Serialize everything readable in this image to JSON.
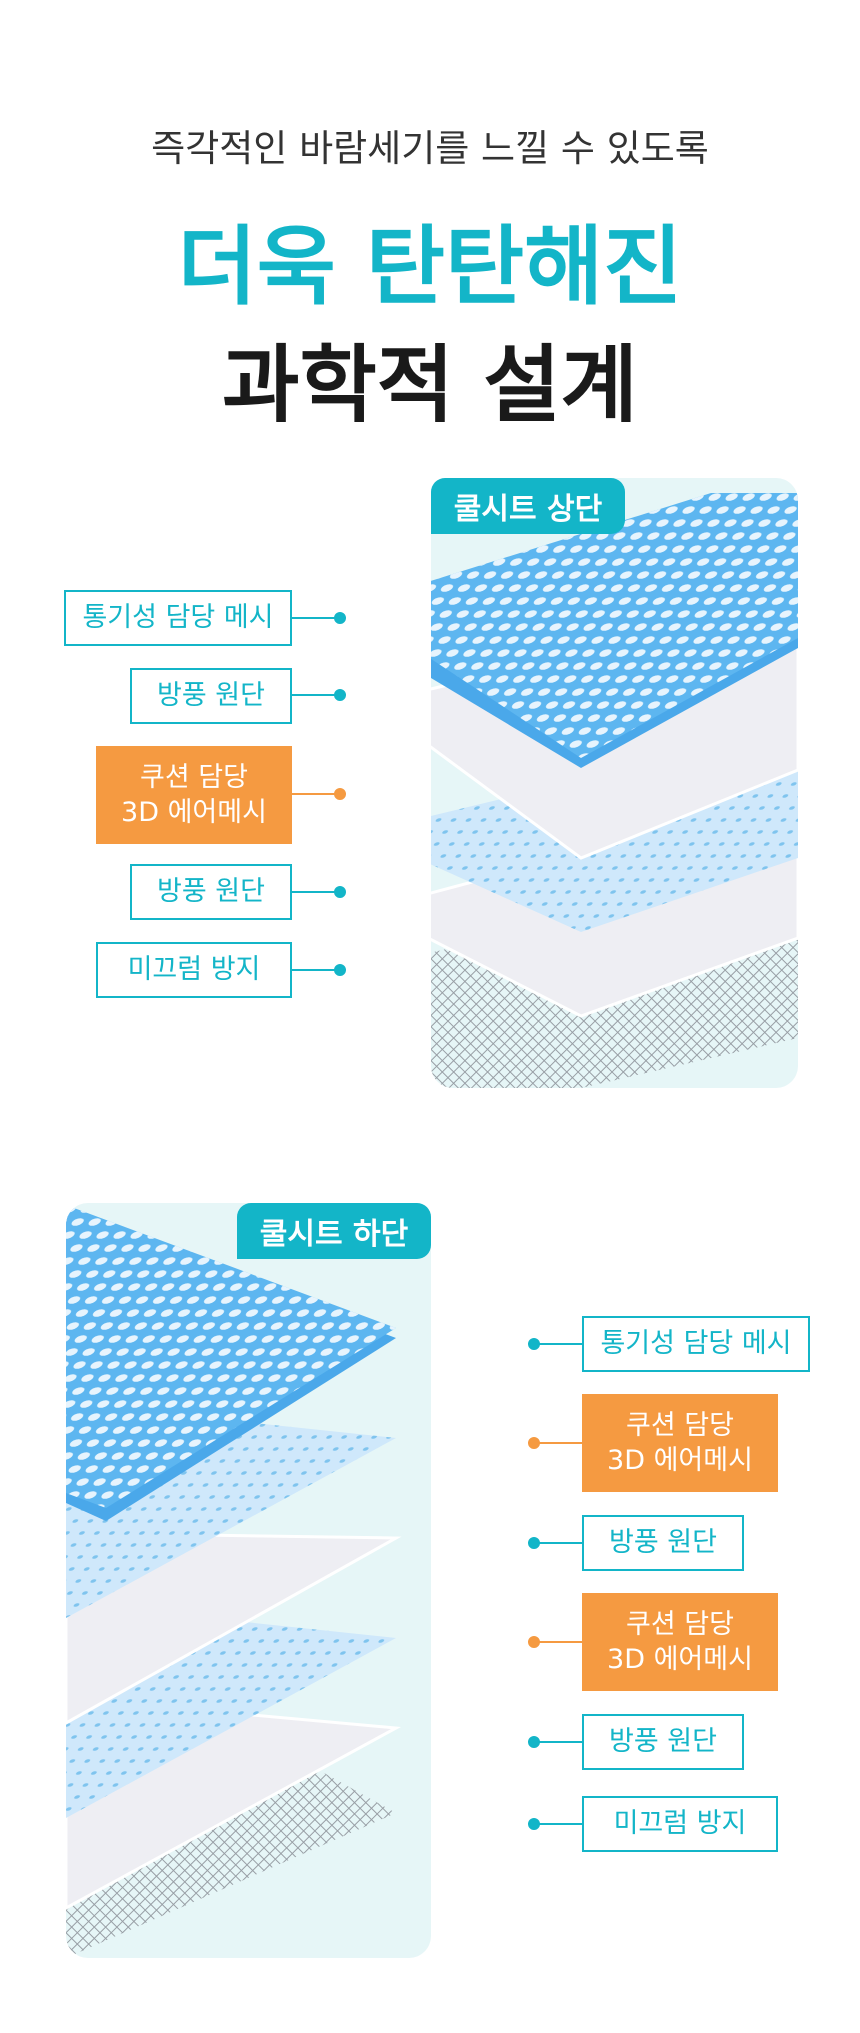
{
  "header": {
    "subtitle": "즉각적인 바람세기를 느낄 수 있도록",
    "title_line1": "더욱 탄탄해진",
    "title_line2": "과학적 설계"
  },
  "colors": {
    "accent": "#13b5c8",
    "orange": "#f59a41",
    "panel": "#e6f6f7",
    "mesh_blue": "#5db6f0"
  },
  "top_section": {
    "tag": "쿨시트 상단",
    "layers": [
      {
        "l1": "통기성 담당 메시",
        "l2": ""
      },
      {
        "l1": "방풍 원단",
        "l2": ""
      },
      {
        "l1": "쿠션 담당",
        "l2": "3D 에어메시"
      },
      {
        "l1": "방풍 원단",
        "l2": ""
      },
      {
        "l1": "미끄럼 방지",
        "l2": ""
      }
    ]
  },
  "bottom_section": {
    "tag": "쿨시트 하단",
    "layers": [
      {
        "l1": "통기성 담당 메시",
        "l2": ""
      },
      {
        "l1": "쿠션 담당",
        "l2": "3D 에어메시"
      },
      {
        "l1": "방풍 원단",
        "l2": ""
      },
      {
        "l1": "쿠션 담당",
        "l2": "3D 에어메시"
      },
      {
        "l1": "방풍 원단",
        "l2": ""
      },
      {
        "l1": "미끄럼 방지",
        "l2": ""
      }
    ]
  }
}
